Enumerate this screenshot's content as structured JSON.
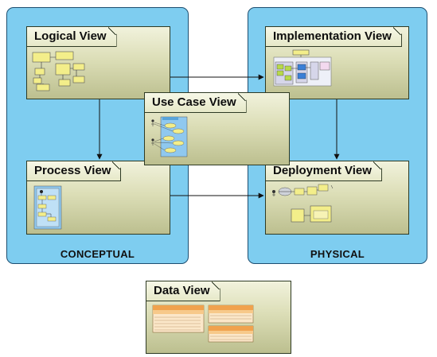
{
  "zones": {
    "conceptual": {
      "label": "CONCEPTUAL"
    },
    "physical": {
      "label": "PHYSICAL"
    }
  },
  "views": {
    "logical": {
      "title": "Logical View"
    },
    "implementation": {
      "title": "Implementation View"
    },
    "use_case": {
      "title": "Use Case View"
    },
    "process": {
      "title": "Process View"
    },
    "deployment": {
      "title": "Deployment View"
    },
    "data": {
      "title": "Data View"
    }
  },
  "colors": {
    "zone_fill": "#7ecdf0",
    "zone_border": "#1d4e70",
    "view_fill_top": "#f1f2dc",
    "view_fill_bottom": "#bcbf8f",
    "arrow": "#111111"
  },
  "connections": [
    {
      "from": "logical",
      "to": "implementation"
    },
    {
      "from": "logical",
      "to": "process"
    },
    {
      "from": "implementation",
      "to": "deployment"
    },
    {
      "from": "process",
      "to": "deployment"
    }
  ]
}
